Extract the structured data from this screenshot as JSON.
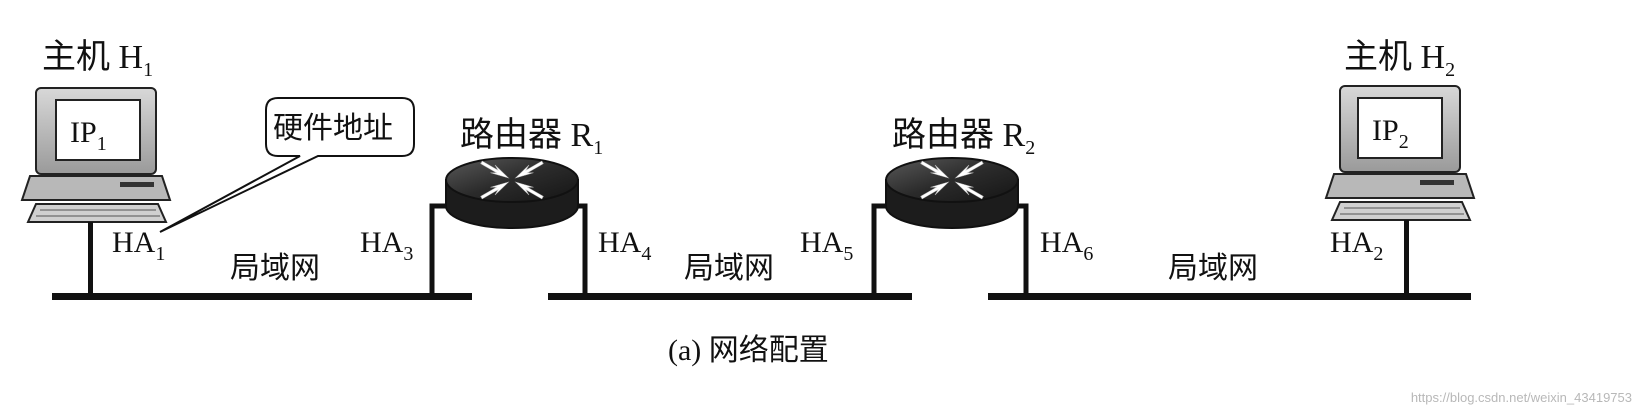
{
  "hosts": [
    {
      "name": "主机",
      "id_main": "H",
      "id_sub": "1",
      "ip_main": "IP",
      "ip_sub": "1",
      "hw_main": "HA",
      "hw_sub": "1"
    },
    {
      "name": "主机",
      "id_main": "H",
      "id_sub": "2",
      "ip_main": "IP",
      "ip_sub": "2",
      "hw_main": "HA",
      "hw_sub": "2"
    }
  ],
  "routers": [
    {
      "name": "路由器",
      "id_main": "R",
      "id_sub": "1",
      "left_main": "HA",
      "left_sub": "3",
      "right_main": "HA",
      "right_sub": "4"
    },
    {
      "name": "路由器",
      "id_main": "R",
      "id_sub": "2",
      "left_main": "HA",
      "left_sub": "5",
      "right_main": "HA",
      "right_sub": "6"
    }
  ],
  "networks": [
    {
      "label": "局域网"
    },
    {
      "label": "局域网"
    },
    {
      "label": "局域网"
    }
  ],
  "callout": {
    "text": "硬件地址"
  },
  "caption": "(a) 网络配置",
  "watermark": "https://blog.csdn.net/weixin_43419753"
}
